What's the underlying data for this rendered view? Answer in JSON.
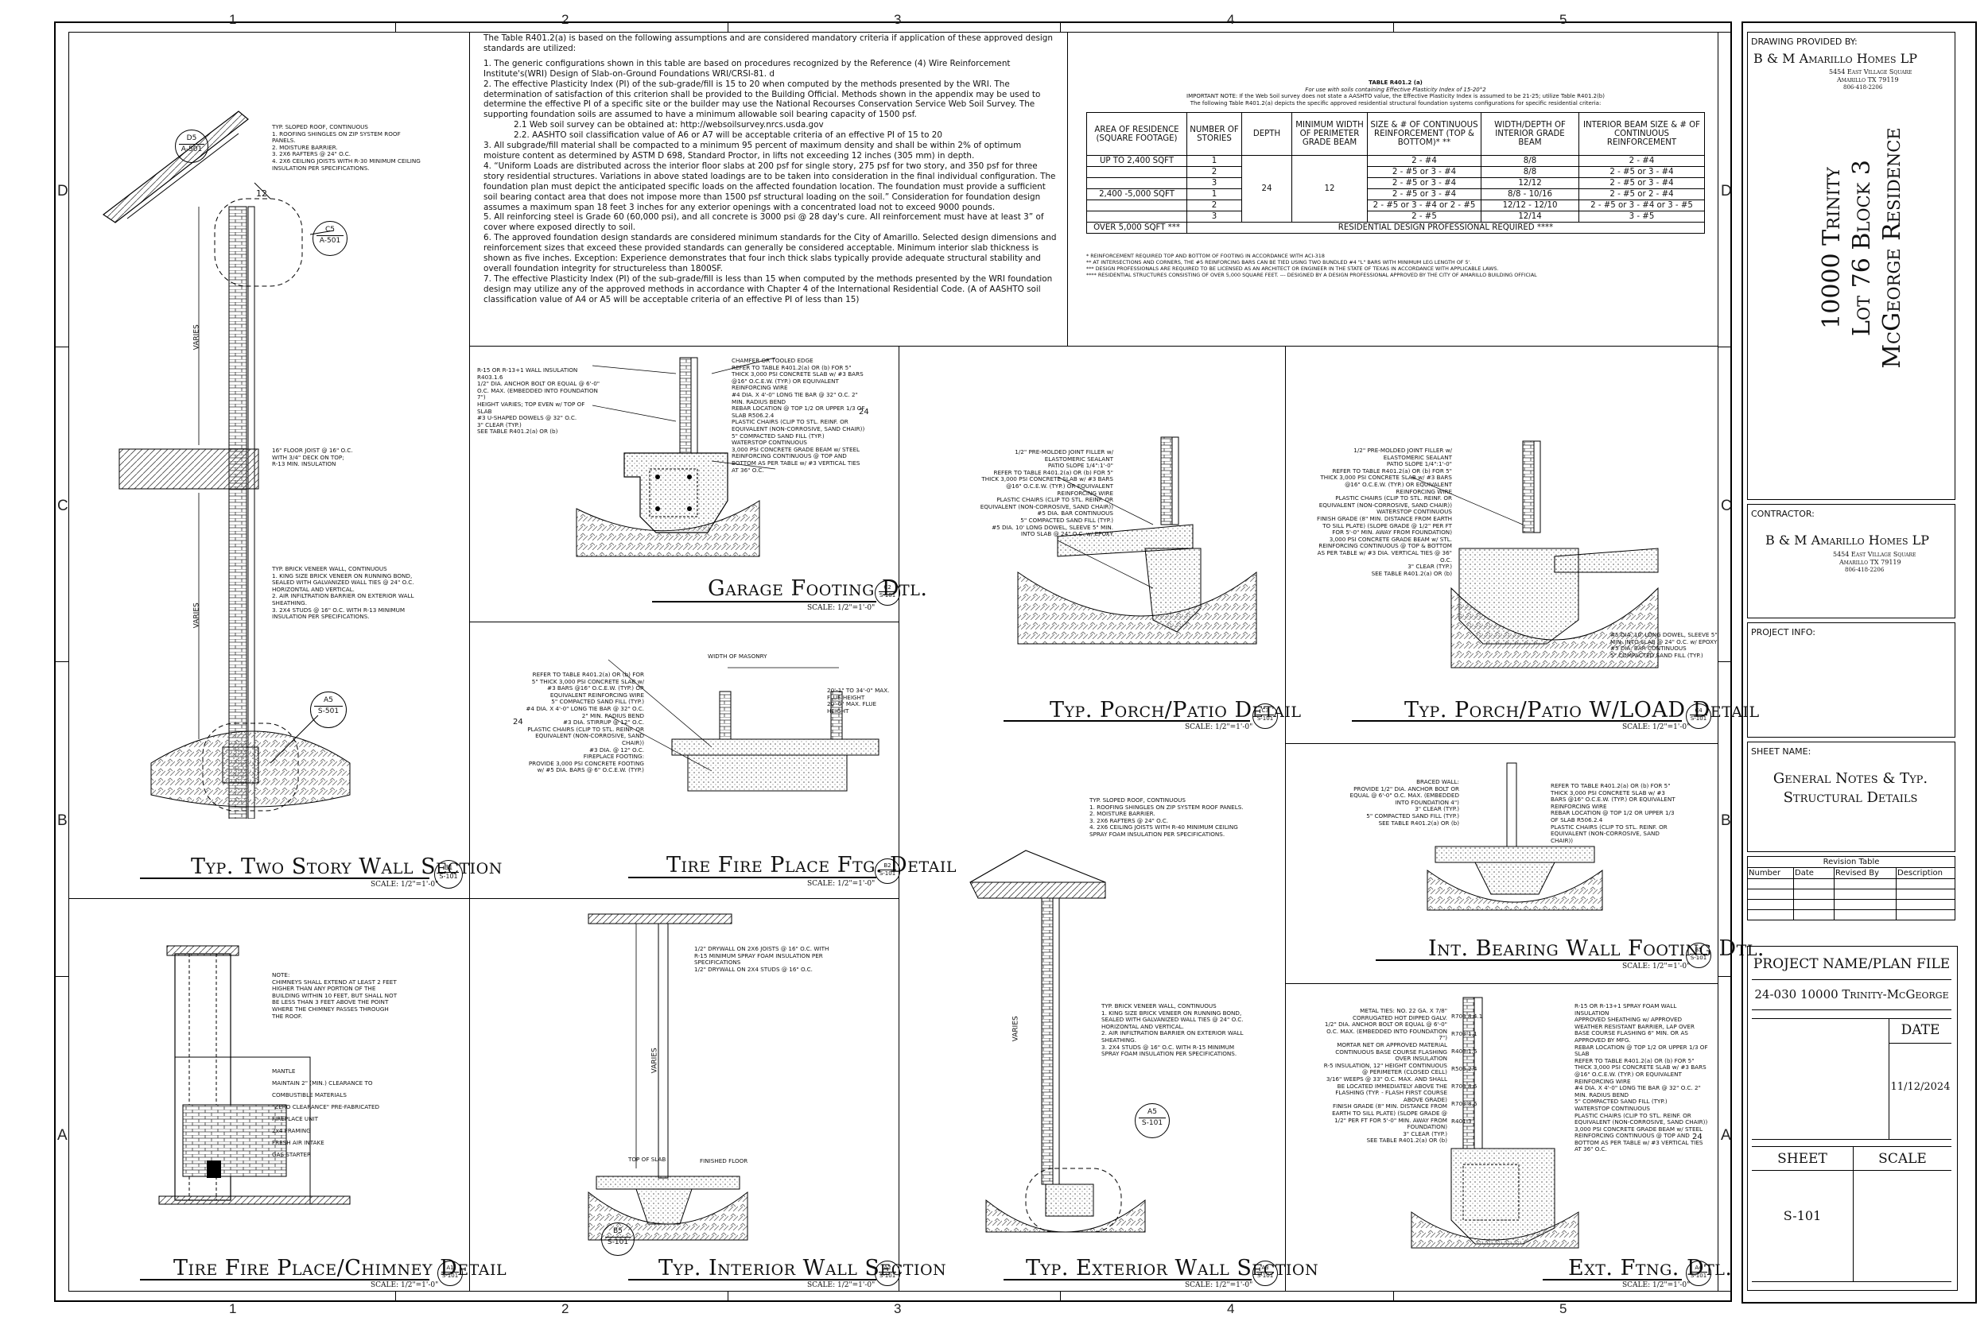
{
  "grid": {
    "columns": [
      "1",
      "2",
      "3",
      "4",
      "5"
    ],
    "rows": [
      "D",
      "C",
      "B",
      "A"
    ]
  },
  "general_notes": {
    "intro": "The Table R401.2(a) is based on the following assumptions and are considered mandatory criteria if application of these approved design standards are utilized:",
    "items": [
      "1. The generic configurations shown in this table are based on procedures recognized by the Reference (4) Wire Reinforcement Institute's(WRI) Design of Slab-on-Ground Foundations WRI/CRSI-81. d",
      "2. The effective Plasticity Index (PI) of the sub-grade/fill is 15 to 20 when computed by the methods presented by the WRI. The determination of satisfaction of this criterion shall be provided to the Building Official. Methods shown in the appendix may be used to determine the effective PI of a specific site or the builder may use the National Recourses Conservation Service Web Soil Survey. The supporting foundation soils are assumed to have a minimum allowable soil bearing capacity of 1500 psf.",
      "2.1 Web soil survey can be obtained at: http://websoilsurvey.nrcs.usda.gov",
      "2.2. AASHTO soil classification value of A6 or A7 will be acceptable criteria of an effective PI of 15 to 20",
      "3. All subgrade/fill material shall be compacted to a minimum 95 percent of maximum density and shall be within 2% of optimum moisture content as determined by ASTM D 698, Standard Proctor, in lifts not exceeding 12 inches (305 mm) in depth.",
      "4. “Uniform Loads are distributed across the interior floor slabs at 200 psf for single story, 275 psf for two story, and 350 psf for three story residential structures. Variations in above stated loadings are to be taken into consideration in the final individual configuration. The foundation plan must depict the anticipated specific loads on the affected foundation location. The foundation must provide a sufficient soil bearing contact area that does not impose more than 1500 psf structural loading on the soil.” Consideration for foundation design assumes a maximum span 18 feet 3 inches for any exterior openings with a concentrated load not to exceed 9000 pounds.",
      "5. All reinforcing steel is Grade 60 (60,000 psi), and all concrete is 3000 psi @ 28 day's cure. All reinforcement must have at least 3” of cover where exposed directly to soil.",
      "6. The approved foundation design standards are considered minimum standards for the City of Amarillo. Selected design dimensions and reinforcement sizes that exceed these provided standards can generally be considered acceptable. Minimum interior slab thickness is shown as five inches. Exception: Experience demonstrates that four inch thick slabs typically provide adequate structural stability and overall foundation integrity for structureless than 1800SF.",
      "7. The effective Plasticity Index (PI) of the sub-grade/fill is less than 15 when computed by the methods presented by the WRI foundation design may utilize any of the approved methods in accordance with Chapter 4 of the International Residential Code. (A of AASHTO soil classification value of A4 or A5 will be acceptable criteria of an effective PI of less than 15)"
    ]
  },
  "table": {
    "title": "TABLE R401.2 (a)",
    "subtitle": "For use with soils containing Effective Plasticity Index of 15-20°2",
    "note1": "IMPORTANT NOTE: If the Web Soil survey does not state a AASHTO value, the Effective Plasticity Index is assumed to be 21-25; utilize Table R401.2(b)",
    "note2": "The following Table R401.2(a) depicts the specific approved residential structural foundation systems configurations for specific residential criteria:",
    "headers": [
      "AREA OF RESIDENCE (SQUARE FOOTAGE)",
      "NUMBER OF STORIES",
      "DEPTH",
      "MINIMUM WIDTH OF PERIMETER GRADE BEAM",
      "SIZE & # OF CONTINUOUS REINFORCEMENT (TOP & BOTTOM)* **",
      "WIDTH/DEPTH OF INTERIOR GRADE BEAM",
      "INTERIOR BEAM SIZE & # OF CONTINUOUS REINFORCEMENT"
    ],
    "area_a": "UP TO 2,400 SQFT",
    "area_b": "2,400 -5,000 SQFT",
    "depth": "24",
    "width": "12",
    "rows": [
      {
        "stories": "1",
        "cont": "2 - #4",
        "int": "8/8",
        "intr": "2 - #4"
      },
      {
        "stories": "2",
        "cont": "2 - #5 or 3 - #4",
        "int": "8/8",
        "intr": "2 - #5 or 3 - #4"
      },
      {
        "stories": "3",
        "cont": "2 - #5 or 3 - #4",
        "int": "12/12",
        "intr": "2 - #5 or 3 - #4"
      },
      {
        "stories": "1",
        "cont": "2 - #5 or 3 - #4",
        "int": "8/8 - 10/16",
        "intr": "2 - #5 or 2 - #4"
      },
      {
        "stories": "2",
        "cont": "2 - #5 or 3 - #4 or 2 - #5",
        "int": "12/12 - 12/10",
        "intr": "2 - #5 or 3 - #4 or 3 - #5"
      },
      {
        "stories": "3",
        "cont": "2 - #5",
        "int": "12/14",
        "intr": "3 - #5"
      }
    ],
    "over_area": "OVER 5,000 SQFT ***",
    "over_text": "RESIDENTIAL DESIGN PROFESSIONAL REQUIRED ****",
    "footnotes": [
      "* REINFORCEMENT REQUIRED TOP AND BOTTOM OF FOOTING IN ACCORDANCE WITH ACI-318",
      "** AT INTERSECTIONS AND CORNERS, THE #5 REINFORCING BARS CAN BE TIED USING TWO BUNDLED #4 \"L\" BARS WITH MINIMUM LEG LENGTH OF 5'.",
      "*** DESIGN PROFESSIONALS ARE REQUIRED TO BE LICENSED AS AN ARCHITECT OR ENGINEER IN THE STATE OF TEXAS IN ACCORDANCE WITH APPLICABLE LAWS.",
      "**** RESIDENTIAL STRUCTURES CONSISTING OF OVER 5,000 SQUARE FEET. --- DESIGNED BY A DESIGN PROFESSIONAL APPROVED BY THE CITY OF AMARILLO BUILDING OFFICIAL"
    ]
  },
  "details": {
    "two_story": {
      "title": "Typ. Two Story Wall Section",
      "scale": "SCALE: 1/2\"=1'-0\"",
      "top": "B1",
      "bot": "S-101"
    },
    "garage": {
      "title": "Garage Footing Dtl.",
      "scale": "SCALE: 1/2\"=1'-0\"",
      "top": "C2",
      "bot": "S-101"
    },
    "porch": {
      "title": "Typ. Porch/Patio Detail",
      "scale": "SCALE: 1/2\"=1'-0\"",
      "top": "C3",
      "bot": "S-101"
    },
    "porch_load": {
      "title": "Typ. Porch/Patio W/LOAD Detail",
      "scale": "SCALE: 1/2\"=1'-0\"",
      "top": "C4",
      "bot": "S-101"
    },
    "fireplace_ftg": {
      "title": "Tire Fire Place Ftg. Detail",
      "scale": "SCALE: 1/2\"=1'-0\"",
      "top": "B2",
      "bot": "S-101"
    },
    "int_bearing": {
      "title": "Int. Bearing Wall Footing Dtl.",
      "scale": "SCALE: 1/2\"=1'-0\"",
      "top": "B5",
      "bot": "S-101"
    },
    "chimney": {
      "title": "Tire Fire Place/Chimney Detail",
      "scale": "SCALE: 1/2\"=1'-0\"",
      "top": "A1",
      "bot": "S-101"
    },
    "interior": {
      "title": "Typ. Interior Wall Section",
      "scale": "SCALE: 1/2\"=1'-0\"",
      "top": "A2",
      "bot": "S-101"
    },
    "exterior": {
      "title": "Typ. Exterior Wall Section",
      "scale": "SCALE: 1/2\"=1'-0\"",
      "top": "A3",
      "bot": "S-101"
    },
    "ext_ftg": {
      "title": "Ext. Ftng. Dtl.",
      "scale": "SCALE: 1/2\"=1'-0\"",
      "top": "A4",
      "bot": "S-101"
    }
  },
  "callouts": {
    "d5": {
      "top": "D5",
      "bot": "A-501"
    },
    "c5": {
      "top": "C5",
      "bot": "A-501"
    },
    "a5": {
      "top": "A5",
      "bot": "S-501"
    },
    "b5": {
      "top": "B5",
      "bot": "S-101"
    },
    "a5b": {
      "top": "A5",
      "bot": "S-101"
    }
  },
  "annotations": {
    "roof": "TYP. SLOPED ROOF, CONTINUOUS\n1. ROOFING SHINGLES ON ZIP SYSTEM ROOF PANELS.\n2. MOISTURE BARRIER.\n3. 2X6 RAFTERS @ 24\" O.C.\n4. 2X6 CEILING JOISTS WITH R-30 MINIMUM CEILING INSULATION PER SPECIFICATIONS.",
    "floor": "16\" FLOOR JOIST @ 16\" O.C.\nWITH 3/4\" DECK ON TOP;\nR-13 MIN. INSULATION",
    "veneer": "TYP. BRICK VENEER WALL, CONTINUOUS\n1. KING SIZE BRICK VENEER ON RUNNING BOND, SEALED WITH GALVANIZED WALL TIES @ 24\" O.C. HORIZONTAL AND VERTICAL.\n2. AIR INFILTRATION BARRIER ON EXTERIOR WALL SHEATHING.\n3. 2X4 STUDS @ 16\" O.C. WITH R-13 MINIMUM INSULATION PER SPECIFICATIONS.",
    "varies": "VARIES",
    "dim_12": "12",
    "garage_notes": "R-15 OR R-13+1 WALL INSULATION\nR403.1.6\n1/2\" DIA. ANCHOR BOLT OR EQUAL @ 6'-0\" O.C. MAX. (EMBEDDED INTO FOUNDATION 7\")\nHEIGHT VARIES; TOP EVEN w/ TOP OF SLAB\n#3 U-SHAPED DOWELS @ 32\" O.C.\n3\" CLEAR (TYP.)\nSEE TABLE R401.2(a) OR (b)",
    "garage_notes_r": "CHAMFER OR TOOLED EDGE\nREFER TO TABLE R401.2(a) OR (b) FOR 5\" THICK 3,000 PSI CONCRETE SLAB w/ #3 BARS @16\" O.C.E.W. (TYP.) OR EQUIVALENT REINFORCING WIRE\n#4 DIA. X 4'-0\" LONG TIE BAR @ 32\" O.C. 2\" MIN. RADIUS BEND\nREBAR LOCATION @ TOP 1/2 OR UPPER 1/3 OF SLAB R506.2.4\nPLASTIC CHAIRS (CLIP TO STL. REINF. OR EQUIVALENT (NON-CORROSIVE, SAND CHAIR))\n5\" COMPACTED SAND FILL (TYP.)\nWATERSTOP CONTINUOUS\n3,000 PSI CONCRETE GRADE BEAM w/ STEEL REINFORCING CONTINUOUS @ TOP AND BOTTOM AS PER TABLE w/ #3 VERTICAL TIES AT 36\" O.C.",
    "dim_24": "24",
    "fp_notes": "REFER TO TABLE R401.2(a) OR (b) FOR 5\" THICK 3,000 PSI CONCRETE SLAB w/ #3 BARS @16\" O.C.E.W. (TYP.) OR EQUIVALENT REINFORCING WIRE\n5\" COMPACTED SAND FILL (TYP.)\n#4 DIA. X 4'-0\" LONG TIE BAR @ 32\" O.C. 2\" MIN. RADIUS BEND\n#3 DIA. STIRRUP @ 12\" O.C.\nPLASTIC CHAIRS (CLIP TO STL. REINF. OR EQUIVALENT (NON-CORROSIVE, SAND CHAIR))\n#3 DIA. @ 12\" O.C.\nFIREPLACE FOOTING:\nPROVIDE 3,000 PSI CONCRETE FOOTING w/ #5 DIA. BARS @ 6\" O.C.E.W. (TYP.)",
    "fp_width": "WIDTH OF MASONRY",
    "fp_flue": "20'-1\" TO 34'-0\" MAX. FLUE HEIGHT\n20'-0\" MAX. FLUE HEIGHT",
    "porch_notes": "1/2\" PRE-MOLDED JOINT FILLER w/ ELASTOMERIC SEALANT\nPATIO SLOPE 1/4\":1'-0\"\nREFER TO TABLE R401.2(a) OR (b) FOR 5\" THICK 3,000 PSI CONCRETE SLAB w/ #3 BARS @16\" O.C.E.W. (TYP.) OR EQUIVALENT REINFORCING WIRE\nPLASTIC CHAIRS (CLIP TO STL. REINF. OR EQUIVALENT (NON-CORROSIVE, SAND CHAIR))\n#5 DIA. BAR CONTINUOUS\n5\" COMPACTED SAND FILL (TYP.)\n#5 DIA. 10' LONG DOWEL, SLEEVE 5\" MIN. INTO SLAB @ 24\" O.C. w/ EPOXY",
    "porch_load_notes": "1/2\" PRE-MOLDED JOINT FILLER w/ ELASTOMERIC SEALANT\nPATIO SLOPE 1/4\":1'-0\"\nREFER TO TABLE R401.2(a) OR (b) FOR 5\" THICK 3,000 PSI CONCRETE SLAB w/ #3 BARS @16\" O.C.E.W. (TYP.) OR EQUIVALENT REINFORCING WIRE\nPLASTIC CHAIRS (CLIP TO STL. REINF. OR EQUIVALENT (NON-CORROSIVE, SAND CHAIR))\nWATERSTOP CONTINUOUS\nFINISH GRADE (8\" MIN. DISTANCE FROM EARTH TO SILL PLATE) (SLOPE GRADE @ 1/2\" PER FT FOR 5'-0\" MIN. AWAY FROM FOUNDATION)\n3,000 PSI CONCRETE GRADE BEAM w/ STL. REINFORCING CONTINUOUS @ TOP & BOTTOM AS PER TABLE w/ #3 DIA. VERTICAL TIES @ 36\" O.C.\n3\" CLEAR (TYP.)\nSEE TABLE R401.2(a) OR (b)",
    "porch_load_r": "#5 DIA. 10' LONG DOWEL, SLEEVE 5\" MIN. INTO SLAB @ 24\" O.C. w/ EPOXY\n#5 DIA. BAR CONTINUOUS\n5\" COMPACTED SAND FILL (TYP.)",
    "ibw_notes": "BRACED WALL:\nPROVIDE 1/2\" DIA. ANCHOR BOLT OR EQUAL @ 6'-0\" O.C. MAX. (EMBEDDED INTO FOUNDATION 4\")\n3\" CLEAR (TYP.)\n5\" COMPACTED SAND FILL (TYP.)\nSEE TABLE R401.2(a) OR (b)",
    "ibw_notes_r": "REFER TO TABLE R401.2(a) OR (b) FOR 5\" THICK 3,000 PSI CONCRETE SLAB w/ #3 BARS @16\" O.C.E.W. (TYP.) OR EQUIVALENT REINFORCING WIRE\nREBAR LOCATION @ TOP 1/2 OR UPPER 1/3 OF SLAB R506.2.4\nPLASTIC CHAIRS (CLIP TO STL. REINF. OR EQUIVALENT (NON-CORROSIVE, SAND CHAIR))",
    "chimney_notes": "NOTE:\nCHIMNEYS SHALL EXTEND AT LEAST 2 FEET HIGHER THAN ANY PORTION OF THE BUILDING WITHIN 10 FEET, BUT SHALL NOT BE LESS THAN 3 FEET ABOVE THE POINT WHERE THE CHIMNEY PASSES THROUGH THE ROOF.",
    "chimney_parts": "MANTLE\nMAINTAIN 2\" (MIN.) CLEARANCE TO COMBUSTIBLE MATERIALS\n\"ZERO CLEARANCE\" PRE-FABRICATED FIREPLACE UNIT\n2x4 FRAMING\nFRESH AIR INTAKE\nGAS STARTER",
    "int_notes": "1/2\" DRYWALL ON 2X6 JOISTS @ 16\" O.C. WITH R-15 MINIMUM SPRAY FOAM INSULATION PER SPECIFICATIONS\n1/2\" DRYWALL ON 2X4 STUDS @ 16\" O.C.",
    "int_slab": "TOP OF SLAB",
    "int_floor": "FINISHED FLOOR",
    "ext_roof": "TYP. SLOPED ROOF, CONTINUOUS\n1. ROOFING SHINGLES ON ZIP SYSTEM ROOF PANELS.\n2. MOISTURE BARRIER.\n3. 2X6 RAFTERS @ 24\" O.C.\n4. 2X6 CEILING JOISTS WITH R-40 MINIMUM CEILING SPRAY FOAM INSULATION PER SPECIFICATIONS.",
    "ext_veneer": "TYP. BRICK VENEER WALL, CONTINUOUS\n1. KING SIZE BRICK VENEER ON RUNNING BOND, SEALED WITH GALVANIZED WALL TIES @ 24\" O.C. HORIZONTAL AND VERTICAL.\n2. AIR INFILTRATION BARRIER ON EXTERIOR WALL SHEATHING.\n3. 2X4 STUDS @ 16\" O.C. WITH R-15 MINIMUM SPRAY FOAM INSULATION PER SPECIFICATIONS.",
    "extftg_l": "METAL TIES: NO. 22 GA. X 7/8\" CORRUGATED HOT DIPPED GALV.\n1/2\" DIA. ANCHOR BOLT OR EQUAL @ 6'-0\" O.C. MAX. (EMBEDDED INTO FOUNDATION 7\")\nMORTAR NET OR APPROVED MATERIAL\nCONTINUOUS BASE COURSE FLASHING OVER INSULATION\nR-5 INSULATION, 12\" HEIGHT CONTINUOUS @ PERIMETER (CLOSED CELL)\n3/16\" WEEPS @ 33\" O.C. MAX. AND SHALL BE LOCATED IMMEDIATELY ABOVE THE FLASHING (TYP. - FLASH FIRST COURSE ABOVE GRADE)\nFINISH GRADE (8\" MIN. DISTANCE FROM EARTH TO SILL PLATE) (SLOPE GRADE @ 1/2\" PER FT FOR 5'-0\" MIN. AWAY FROM FOUNDATION)\n3\" CLEAR (TYP.)\nSEE TABLE R401.2(a) OR (b)",
    "extftg_r": "R-15 OR R-13+1 SPRAY FOAM WALL INSULATION\nAPPROVED SHEATHING w/ APPROVED WEATHER RESISTANT BARRIER, LAP OVER BASE COURSE FLASHING 6\" MIN. OR AS APPROVED BY MFG.\nREBAR LOCATION @ TOP 1/2 OR UPPER 1/3 OF SLAB\nREFER TO TABLE R401.2(a) OR (b) FOR 5\" THICK 3,000 PSI CONCRETE SLAB w/ #3 BARS @16\" O.C.E.W. (TYP.) OR EQUIVALENT REINFORCING WIRE\n#4 DIA. X 4'-0\" LONG TIE BAR @ 32\" O.C. 2\" MIN. RADIUS BEND\n5\" COMPACTED SAND FILL (TYP.)\nWATERSTOP CONTINUOUS\nPLASTIC CHAIRS (CLIP TO STL. REINF. OR EQUIVALENT (NON-CORROSIVE, SAND CHAIR))\n3,000 PSI CONCRETE GRADE BEAM w/ STEEL REINFORCING CONTINUOUS @ TOP AND BOTTOM AS PER TABLE w/ #3 VERTICAL TIES AT 36\" O.C.",
    "extftg_codes": "R703.8.4.1\nR703.1.1\nR403.1.6\nR506.2.4\nR703.8.5\nR703.8.6\nR401.3"
  },
  "titleblock": {
    "drawing_by_label": "DRAWING PROVIDED BY:",
    "company": "B & M Amarillo Homes LP",
    "addr1": "5454 East Village Square",
    "addr2": "Amarillo TX 79119",
    "phone": "806-418-2206",
    "project_line1": "10000 Trinity",
    "project_line2": "Lot 76 Block 3",
    "project_line3": "McGeorge Residence",
    "contractor_label": "CONTRACTOR:",
    "project_info_label": "PROJECT INFO:",
    "sheet_name_label": "SHEET NAME:",
    "sheet_name_1": "General Notes & Typ.",
    "sheet_name_2": "Structural Details",
    "revision_title": "Revision Table",
    "rev_headers": [
      "Number",
      "Date",
      "Revised By",
      "Description"
    ],
    "project_name_label": "PROJECT NAME/PLAN FILE",
    "project_file": "24-030 10000 Trinity-McGeorge",
    "date_label": "DATE",
    "date": "11/12/2024",
    "sheet_label": "SHEET",
    "scale_label": "SCALE",
    "sheet": "S-101"
  }
}
